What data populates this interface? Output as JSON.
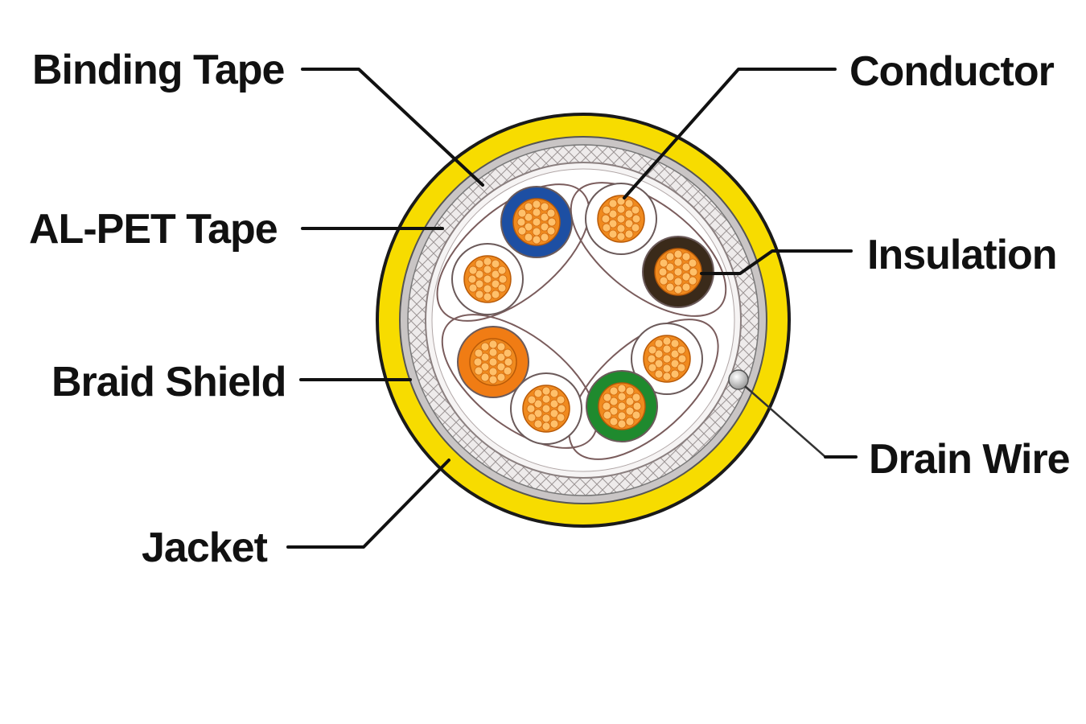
{
  "labels": {
    "binding_tape": "Binding Tape",
    "al_pet_tape": "AL-PET Tape",
    "braid_shield": "Braid Shield",
    "jacket": "Jacket",
    "conductor": "Conductor",
    "insulation": "Insulation",
    "drain_wire": "Drain Wire"
  },
  "colors": {
    "jacket": "#f7dc00",
    "jacket_edge": "#1a1a1a",
    "al_pet_tape": "#c9c5c5",
    "braid_shield": "#ece9e9",
    "binding_tape": "#f6f4f4",
    "core_fill": "#ffffff",
    "conductor": "#f08a1e",
    "conductor_highlight": "#ffc06a",
    "drain_wire": "#d8d8d8",
    "pair_wrap": "#7a5c5c"
  },
  "pairs": [
    {
      "name": "blue-pair",
      "colored_insulation": "#1d4fa3",
      "white_insulation": "#ffffff"
    },
    {
      "name": "brown-pair",
      "colored_insulation": "#3a2a1a",
      "white_insulation": "#ffffff"
    },
    {
      "name": "orange-pair",
      "colored_insulation": "#f07c14",
      "white_insulation": "#ffffff"
    },
    {
      "name": "green-pair",
      "colored_insulation": "#1f8a2e",
      "white_insulation": "#ffffff"
    }
  ]
}
